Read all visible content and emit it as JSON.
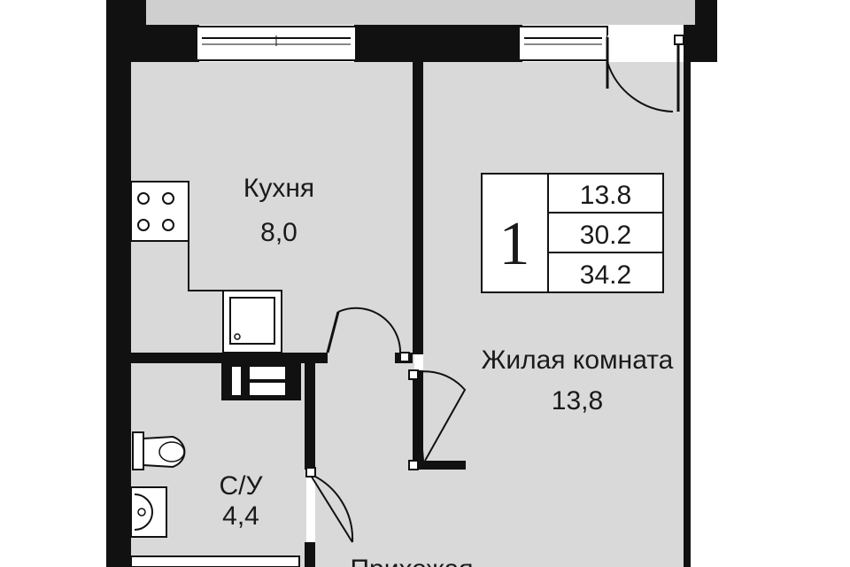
{
  "rooms": {
    "kitchen": {
      "name": "Кухня",
      "area": "8,0"
    },
    "living": {
      "name": "Жилая комната",
      "area": "13,8"
    },
    "bathroom": {
      "name": "С/У",
      "area": "4,4"
    },
    "hallway": {
      "name": "Прихожая"
    }
  },
  "summary": {
    "rooms_count": "1",
    "living_area": "13.8",
    "total_area": "30.2",
    "total_with_balcony": "34.2"
  },
  "colors": {
    "wall": "#111111",
    "floor": "#d9d9d9",
    "balcony": "#cfcfcf",
    "background": "#ffffff"
  }
}
